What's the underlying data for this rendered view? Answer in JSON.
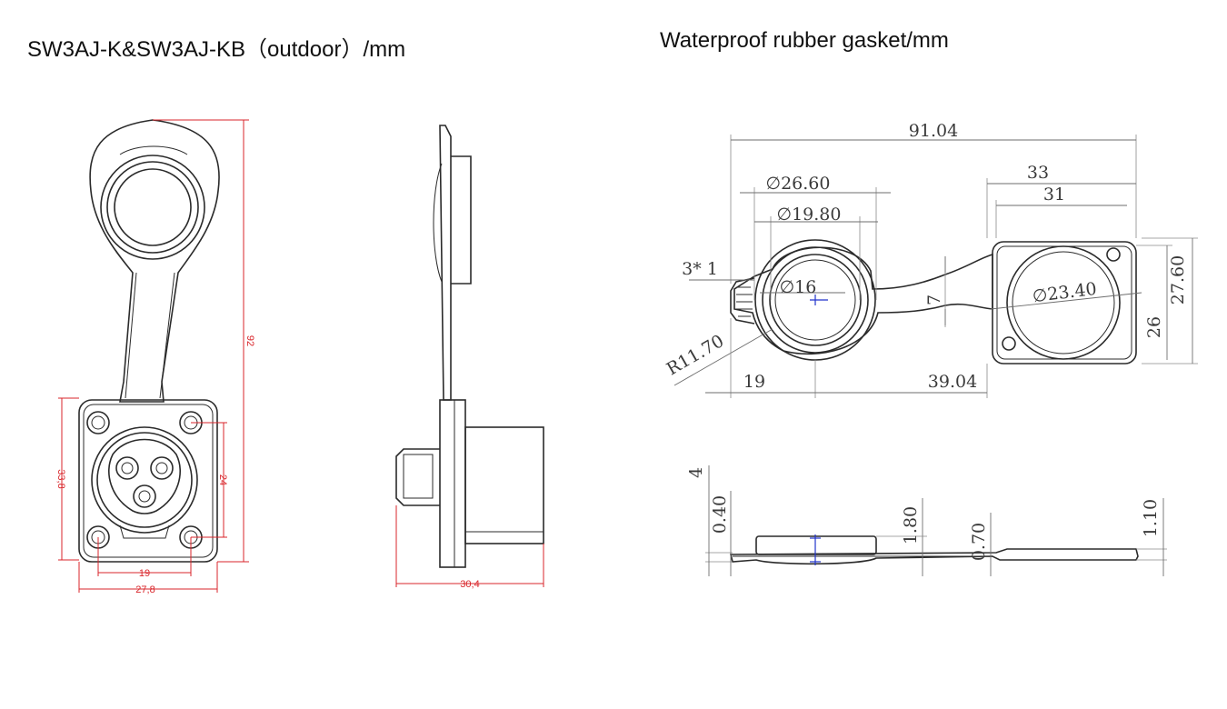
{
  "headings": {
    "left": "SW3AJ-K&SW3AJ-KB（outdoor）/mm",
    "right": "Waterproof rubber gasket/mm"
  },
  "connector_dims": {
    "height": "92",
    "flange_height": "33,8",
    "hole_spacing_v": "24",
    "hole_spacing_h": "19",
    "flange_width": "27,8",
    "depth": "30,4"
  },
  "gasket_dims": {
    "total_length": "91.04",
    "d_outer": "∅26.60",
    "d_inner": "∅19.80",
    "width_33": "33",
    "width_31": "31",
    "tab": "3* 1",
    "d_16": "∅16",
    "strap": "7",
    "d_23": "∅23.40",
    "h_27": "27.60",
    "h_26": "26",
    "radius": "R11.70",
    "x_19": "19",
    "x_39": "39.04",
    "t_4": "4",
    "t_040": "0.40",
    "t_180": "1.80",
    "t_070": "0.70",
    "t_110": "1.10"
  },
  "colors": {
    "dimension_red": "#d9262b",
    "center_mark_blue": "#2233cc"
  }
}
